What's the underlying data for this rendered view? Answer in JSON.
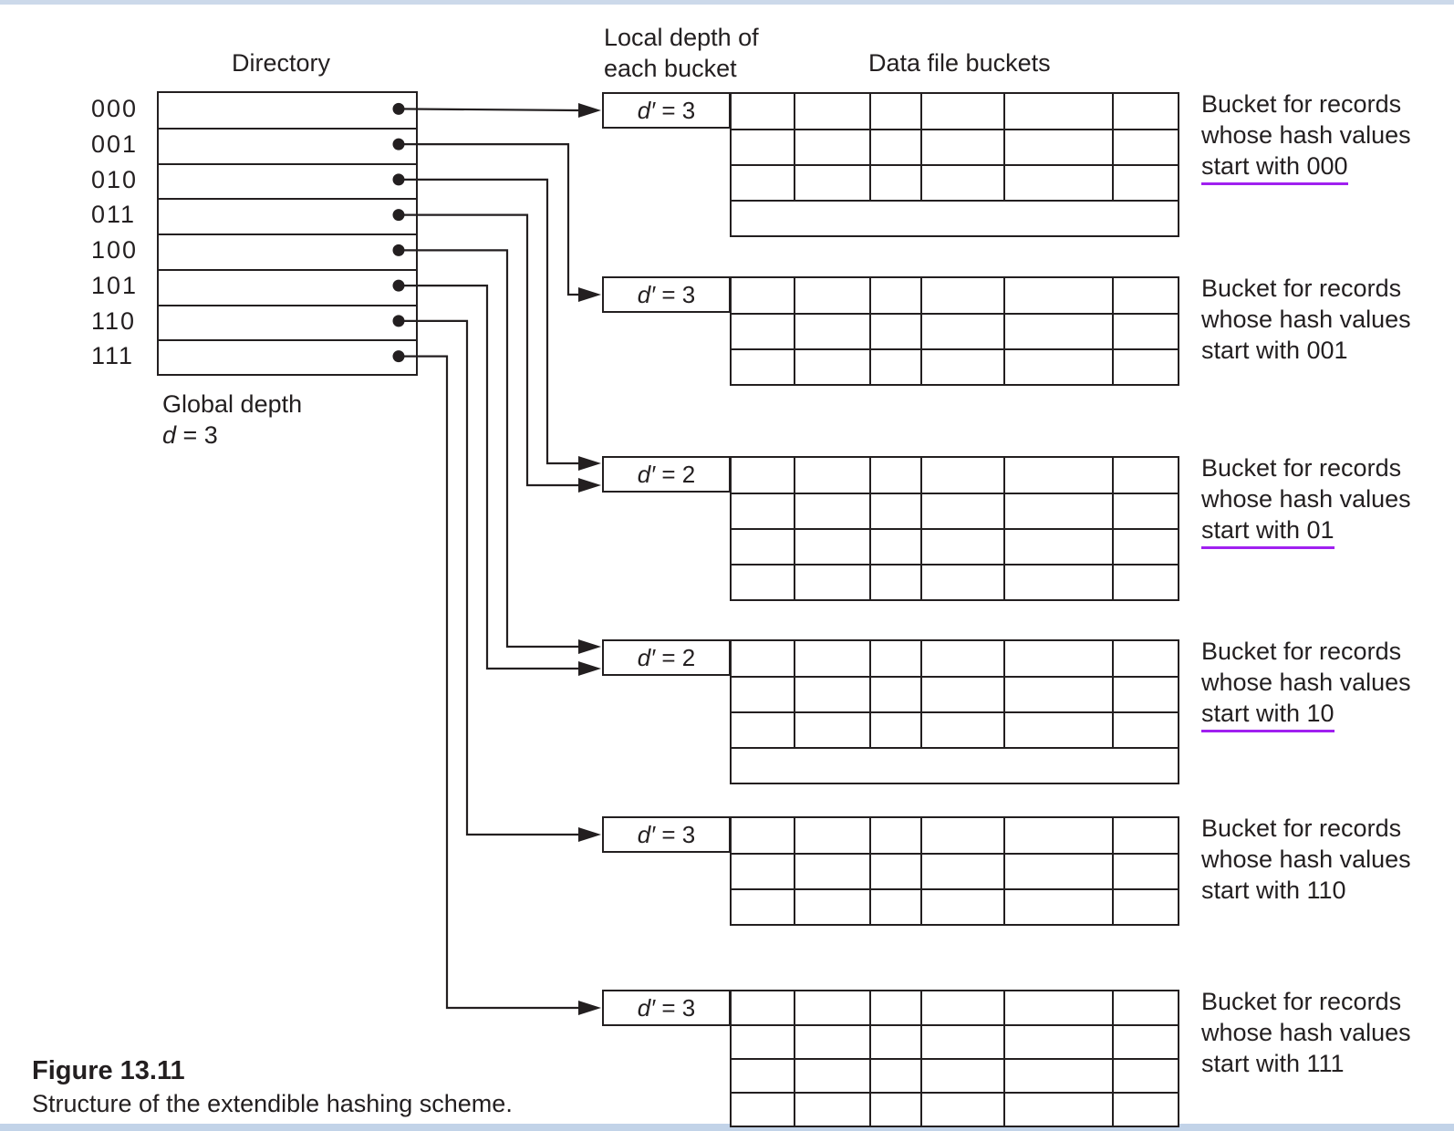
{
  "colors": {
    "line": "#231f20",
    "underline": "#a020f0",
    "top_strip": "#ccd9ea",
    "bottom_strip": "#c2d3e8"
  },
  "headers": {
    "directory": "Directory",
    "local_depth_line1": "Local depth of",
    "local_depth_line2": "each bucket",
    "data_file_buckets": "Data file buckets"
  },
  "directory": {
    "global_depth_line1": "Global depth",
    "global_depth_var": "d",
    "global_depth_eq": " = 3",
    "entries": [
      {
        "label": "000",
        "bucket": 0
      },
      {
        "label": "001",
        "bucket": 1
      },
      {
        "label": "010",
        "bucket": 2
      },
      {
        "label": "011",
        "bucket": 2
      },
      {
        "label": "100",
        "bucket": 3
      },
      {
        "label": "101",
        "bucket": 3
      },
      {
        "label": "110",
        "bucket": 4
      },
      {
        "label": "111",
        "bucket": 5
      }
    ]
  },
  "buckets": [
    {
      "depth_var": "d′",
      "depth_eq": " = 3",
      "record_rows": 4,
      "last_row_undivided": true,
      "annotation": [
        "Bucket for records",
        "whose hash values",
        "start with 000"
      ],
      "underline_last_line": true
    },
    {
      "depth_var": "d′",
      "depth_eq": " = 3",
      "record_rows": 3,
      "last_row_undivided": false,
      "annotation": [
        "Bucket for records",
        "whose hash values",
        "start with 001"
      ],
      "underline_last_line": false
    },
    {
      "depth_var": "d′",
      "depth_eq": " = 2",
      "record_rows": 4,
      "last_row_undivided": false,
      "annotation": [
        "Bucket for records",
        "whose hash values",
        "start with 01"
      ],
      "underline_last_line": true
    },
    {
      "depth_var": "d′",
      "depth_eq": " = 2",
      "record_rows": 4,
      "last_row_undivided": true,
      "annotation": [
        "Bucket for records",
        "whose hash values",
        "start with 10"
      ],
      "underline_last_line": true
    },
    {
      "depth_var": "d′",
      "depth_eq": " = 3",
      "record_rows": 3,
      "last_row_undivided": false,
      "annotation": [
        "Bucket for records",
        "whose hash values",
        "start with 110"
      ],
      "underline_last_line": false
    },
    {
      "depth_var": "d′",
      "depth_eq": " = 3",
      "record_rows": 4,
      "last_row_undivided": false,
      "annotation": [
        "Bucket for records",
        "whose hash values",
        "start with 111"
      ],
      "underline_last_line": false
    }
  ],
  "caption": {
    "label": "Figure 13.11",
    "text": "Structure of the extendible hashing scheme."
  }
}
